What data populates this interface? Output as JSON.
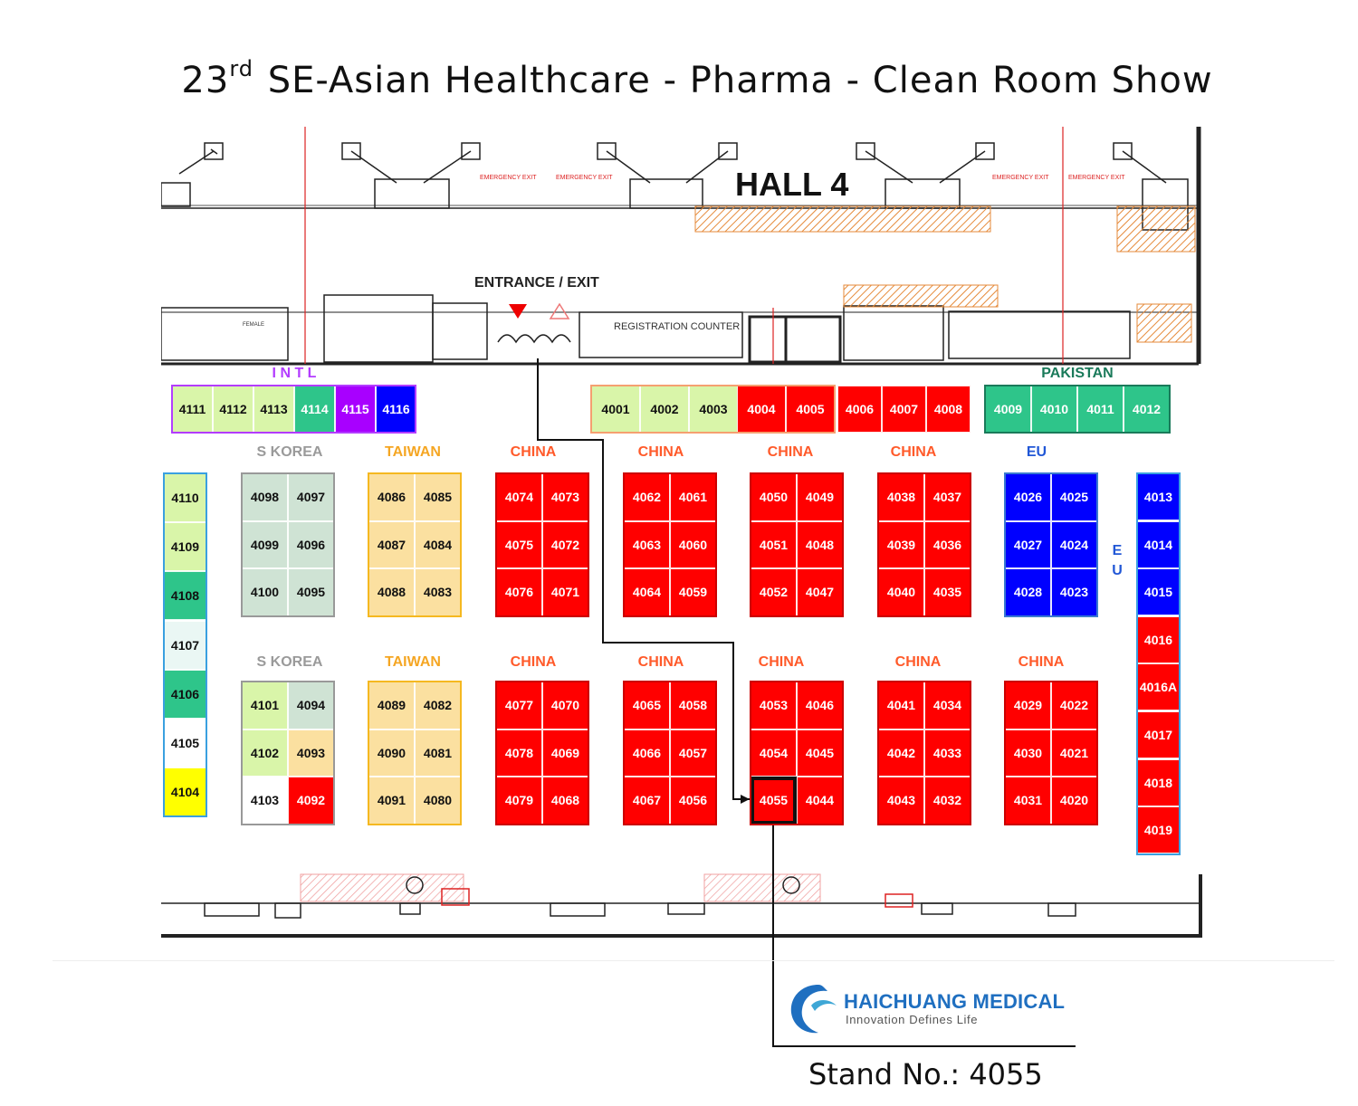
{
  "page": {
    "title_pre": "23",
    "title_sup": "rd",
    "title_post": " SE-Asian Healthcare - Pharma - Clean Room Show"
  },
  "plan": {
    "hall_label": "HALL 4",
    "entrance_label": "ENTRANCE / EXIT",
    "registration_label": "REGISTRATION COUNTER",
    "emergency_exit_label": "EMERGENCY EXIT",
    "female_label": "FEMALE"
  },
  "regions": {
    "intl": "I N T L",
    "pakistan": "PAKISTAN",
    "skorea": "S KOREA",
    "taiwan": "TAIWAN",
    "china": "CHINA",
    "eu": "EU",
    "eu_vertical": "E\nU"
  },
  "booths": {
    "intl": [
      "4111",
      "4112",
      "4113",
      "4114",
      "4115",
      "4116"
    ],
    "row_top": [
      "4001",
      "4002",
      "4003",
      "4004",
      "4005",
      "4006",
      "4007",
      "4008"
    ],
    "pakistan": [
      "4009",
      "4010",
      "4011",
      "4012"
    ],
    "left_column": [
      "4110",
      "4109",
      "4108",
      "4107",
      "4106",
      "4105",
      "4104"
    ],
    "right_column": [
      "4013",
      "4014",
      "4015",
      "4016",
      "4016A",
      "4017",
      "4018",
      "4019"
    ],
    "skorea_a": [
      [
        "4098",
        "4097"
      ],
      [
        "4099",
        "4096"
      ],
      [
        "4100",
        "4095"
      ]
    ],
    "skorea_b": [
      [
        "4101",
        "4094"
      ],
      [
        "4102",
        "4093"
      ],
      [
        "4103",
        "4092"
      ]
    ],
    "taiwan_a": [
      [
        "4086",
        "4085"
      ],
      [
        "4087",
        "4084"
      ],
      [
        "4088",
        "4083"
      ]
    ],
    "taiwan_b": [
      [
        "4089",
        "4082"
      ],
      [
        "4090",
        "4081"
      ],
      [
        "4091",
        "4080"
      ]
    ],
    "china_a1": [
      [
        "4074",
        "4073"
      ],
      [
        "4075",
        "4072"
      ],
      [
        "4076",
        "4071"
      ]
    ],
    "china_a2": [
      [
        "4062",
        "4061"
      ],
      [
        "4063",
        "4060"
      ],
      [
        "4064",
        "4059"
      ]
    ],
    "china_a3": [
      [
        "4050",
        "4049"
      ],
      [
        "4051",
        "4048"
      ],
      [
        "4052",
        "4047"
      ]
    ],
    "china_a4": [
      [
        "4038",
        "4037"
      ],
      [
        "4039",
        "4036"
      ],
      [
        "4040",
        "4035"
      ]
    ],
    "eu_a": [
      [
        "4026",
        "4025"
      ],
      [
        "4027",
        "4024"
      ],
      [
        "4028",
        "4023"
      ]
    ],
    "china_b1": [
      [
        "4077",
        "4070"
      ],
      [
        "4078",
        "4069"
      ],
      [
        "4079",
        "4068"
      ]
    ],
    "china_b2": [
      [
        "4065",
        "4058"
      ],
      [
        "4066",
        "4057"
      ],
      [
        "4067",
        "4056"
      ]
    ],
    "china_b3": [
      [
        "4053",
        "4046"
      ],
      [
        "4054",
        "4045"
      ],
      [
        "4055",
        "4044"
      ]
    ],
    "china_b4": [
      [
        "4041",
        "4034"
      ],
      [
        "4042",
        "4033"
      ],
      [
        "4043",
        "4032"
      ]
    ],
    "china_b5": [
      [
        "4029",
        "4022"
      ],
      [
        "4030",
        "4021"
      ],
      [
        "4031",
        "4020"
      ]
    ]
  },
  "colors": {
    "china": "#ff0000",
    "eu": "#0000ff",
    "skorea": "#cfe3d4",
    "taiwan": "#fbe0a0",
    "lightgreen": "#d9f5a9",
    "teal": "#2ec58a",
    "purple": "#a800ff",
    "yellow": "#ffff00",
    "pale": "#eaf7f4",
    "white": "#ffffff",
    "region_grey": "#9a9a9a",
    "region_orange": "#f5a623",
    "region_red": "#ff5a2a",
    "region_blue": "#2157d6",
    "region_green": "#1a7a5a",
    "region_purple": "#b33cff"
  },
  "company": {
    "name": "HAICHUANG MEDICAL",
    "tagline": "Innovation Defines Life",
    "stand_label": "Stand No.:",
    "stand_number": "4055"
  }
}
